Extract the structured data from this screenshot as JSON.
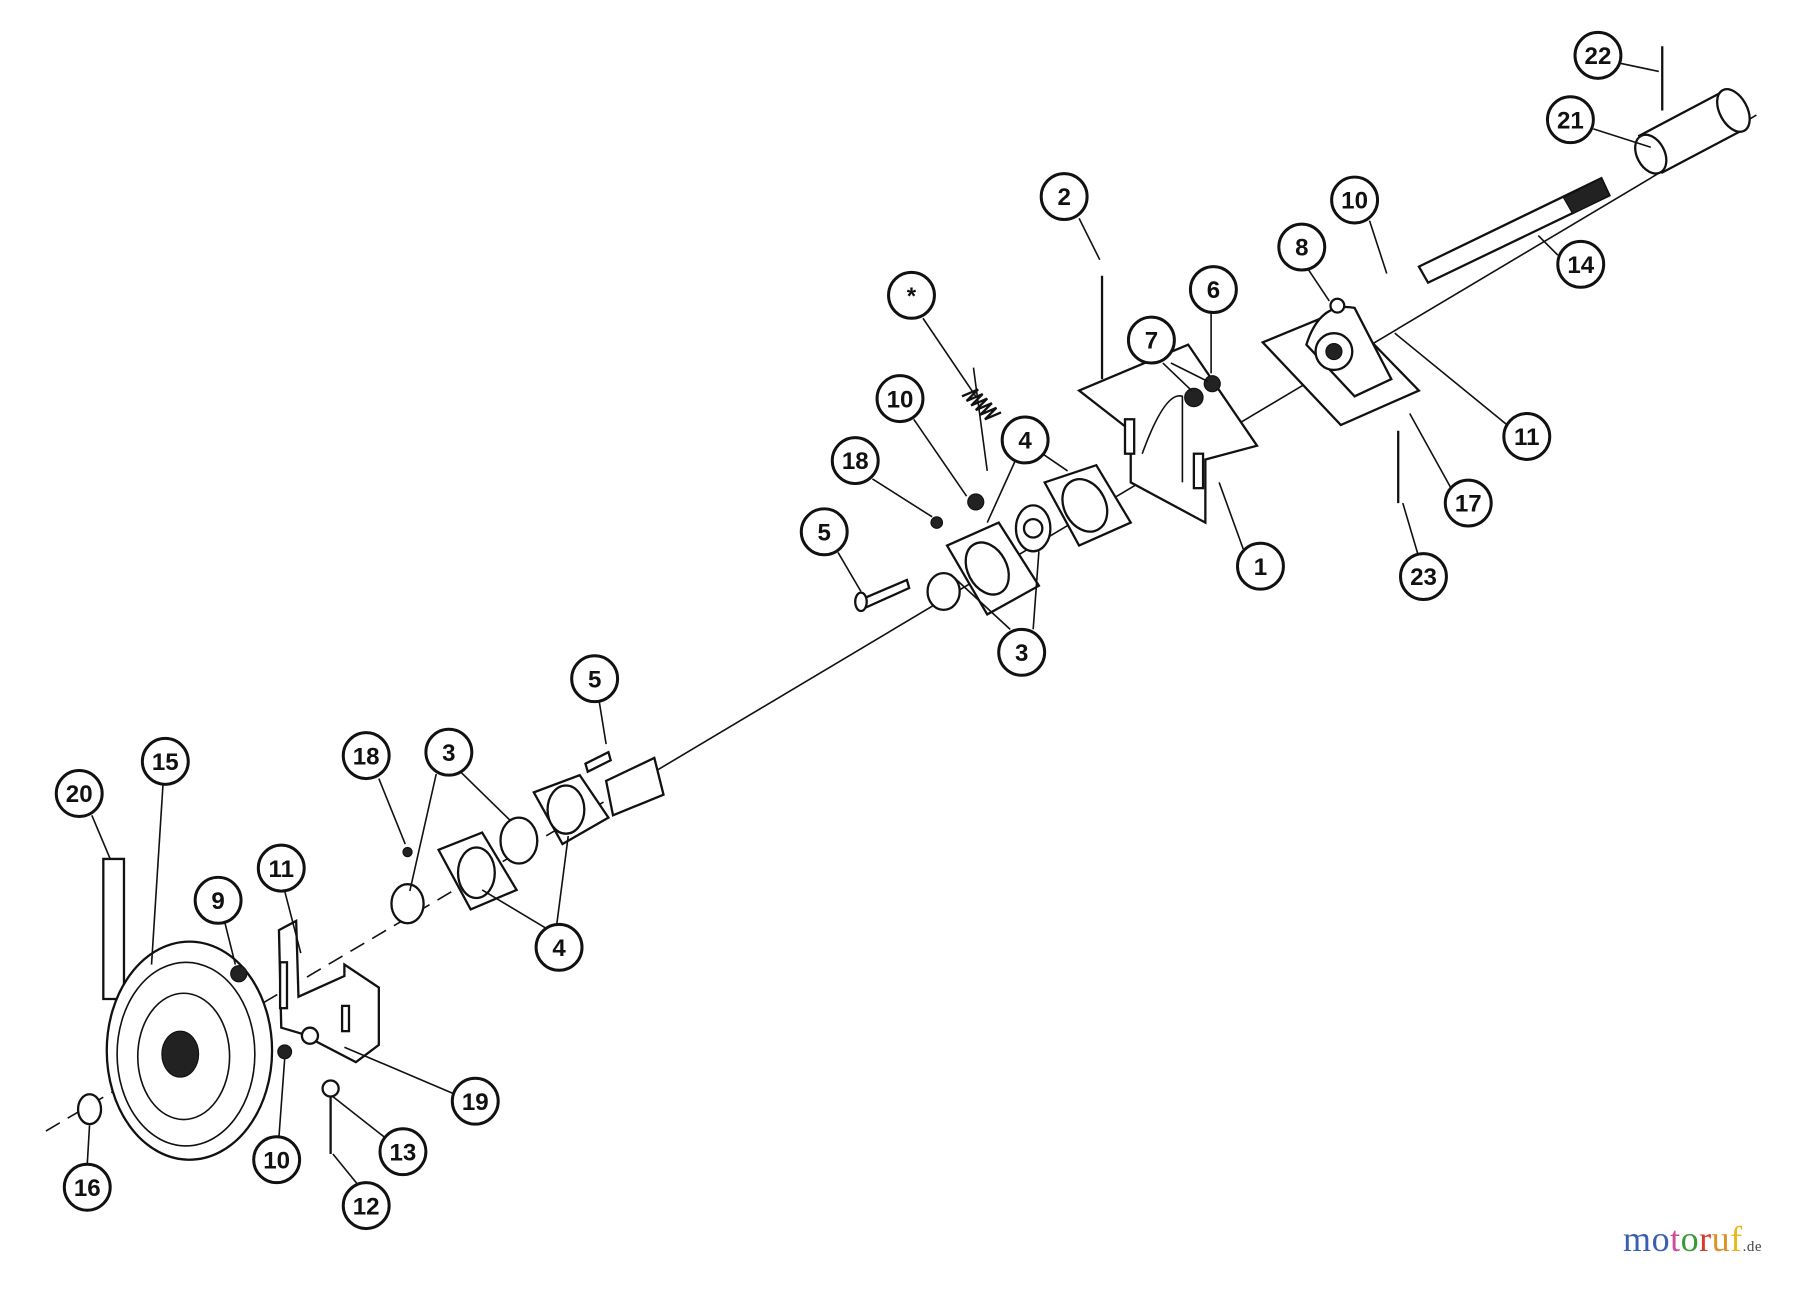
{
  "diagram": {
    "type": "exploded parts diagram",
    "callouts": [
      "22",
      "21",
      "14",
      "2",
      "10",
      "8",
      "6",
      "*",
      "7",
      "11",
      "10",
      "4",
      "18",
      "17",
      "1",
      "23",
      "5",
      "3",
      "5",
      "15",
      "20",
      "18",
      "3",
      "11",
      "9",
      "4",
      "19",
      "13",
      "10",
      "12",
      "16"
    ]
  },
  "watermark": {
    "text": "motoruf",
    "suffix": ".de",
    "colors": [
      "#3a5fb0",
      "#3a5fb0",
      "#d04a9a",
      "#3a9a3a",
      "#d83a2a",
      "#e0902a",
      "#e8b820"
    ]
  }
}
